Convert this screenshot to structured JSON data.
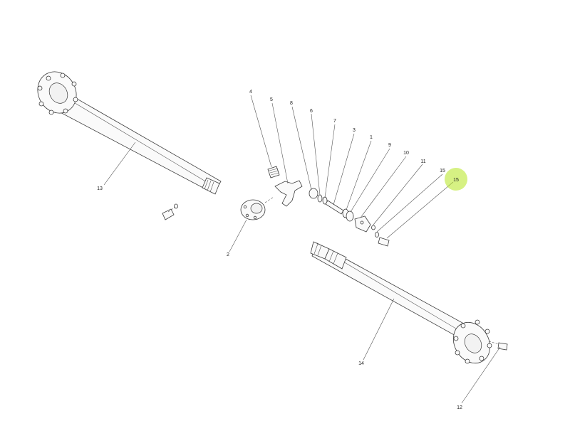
{
  "diagram": {
    "highlight_color": "#b5e61d",
    "callouts": {
      "c1": "1",
      "c2": "2",
      "c3": "3",
      "c4": "4",
      "c5": "5",
      "c6": "6",
      "c7": "7",
      "c8": "8",
      "c9": "9",
      "c10": "10",
      "c11": "11",
      "c12": "12",
      "c13": "13",
      "c14": "14",
      "c15a": "15",
      "c15b": "15"
    }
  }
}
